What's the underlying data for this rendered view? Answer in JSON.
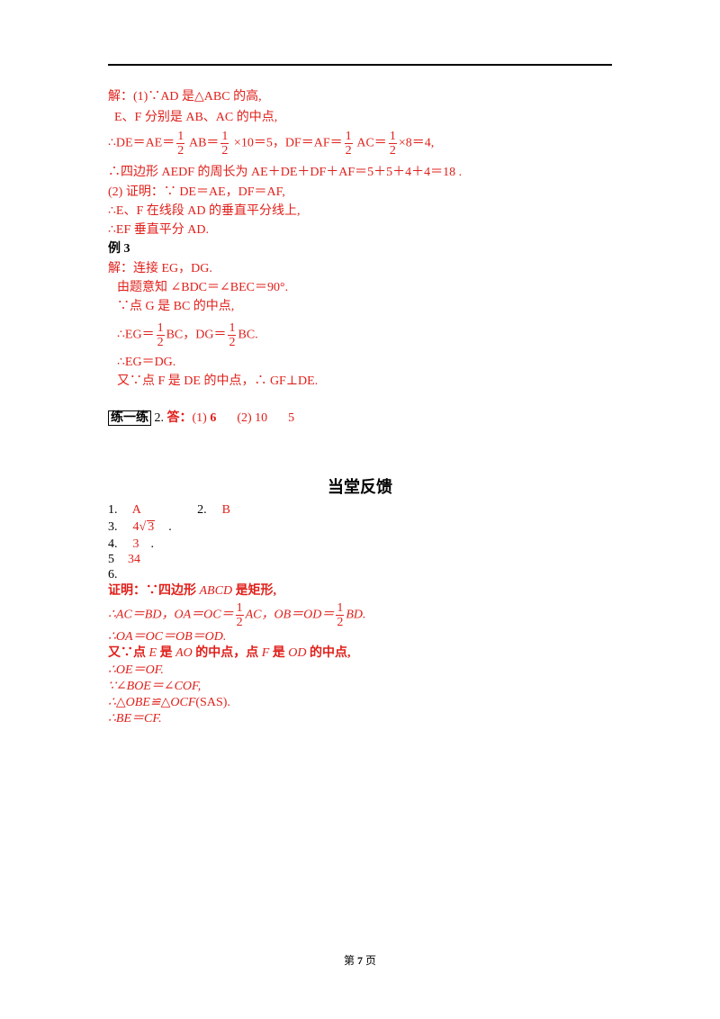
{
  "solution1": {
    "l1": "解：(1)∵AD 是△ABC 的高,",
    "l2": "E、F 分别是 AB、AC 的中点,",
    "l3_a": "∴DE＝AE＝",
    "l3_b": "AB＝",
    "l3_c": "×10＝5，DF＝AF＝",
    "l3_d": "AC＝",
    "l3_e": "×8＝4,",
    "half_num": "1",
    "half_den": "2",
    "l4": "∴四边形 AEDF 的周长为 AE＋DE＋DF＋AF＝5＋5＋4＋4＝18 .",
    "l5": "(2) 证明：∵ DE＝AE，DF＝AF,",
    "l6": "∴E、F 在线段 AD 的垂直平分线上,",
    "l7": "∴EF 垂直平分 AD."
  },
  "example3": {
    "heading": "例 3",
    "l1": "解：连接 EG，DG.",
    "l2": "由题意知 ∠BDC＝∠BEC＝90°.",
    "l3": "∵点 G 是 BC 的中点,",
    "l4_a": "∴EG＝",
    "l4_b": "BC，DG＝",
    "l4_c": "BC.",
    "l5": "∴EG＝DG.",
    "l6": "又∵点 F 是 DE 的中点，∴ GF⊥DE."
  },
  "practice": {
    "label": "练一练",
    "num": "2.",
    "ans_label": "答：",
    "p1": "(1)",
    "v1": "6",
    "p2": "(2) 10",
    "v3": "5"
  },
  "section_title": "当堂反馈",
  "feedback": {
    "q1": "1.",
    "a1": "A",
    "q2": "2.",
    "a2": "B",
    "q3": "3.",
    "a3_coef": "4",
    "a3_rad": "3",
    "a3_end": ".",
    "q4": "4.",
    "a4": "3",
    "a4_end": ".",
    "q5": "5",
    "a5": "34",
    "q6": "6."
  },
  "proof": {
    "l1_a": "证明：∵四边形 ",
    "l1_b": "ABCD",
    "l1_c": " 是矩形,",
    "l2_a": "∴AC＝BD，OA＝OC＝",
    "l2_b": "AC，OB＝OD＝",
    "l2_c": "BD.",
    "l3": "∴OA＝OC＝OB＝OD.",
    "l4_a": "又∵点 ",
    "l4_b": "E",
    "l4_c": " 是 ",
    "l4_d": "AO",
    "l4_e": " 的中点，点 ",
    "l4_f": "F",
    "l4_g": " 是 ",
    "l4_h": "OD",
    "l4_i": " 的中点,",
    "l5": "∴OE＝OF.",
    "l6": "∵∠BOE＝∠COF,",
    "l7_a": "∴△OBE≌△OCF",
    "l7_b": "(SAS).",
    "l8": "∴BE＝CF."
  },
  "footer": {
    "pre": "第",
    "page": "7",
    "post": "页"
  }
}
